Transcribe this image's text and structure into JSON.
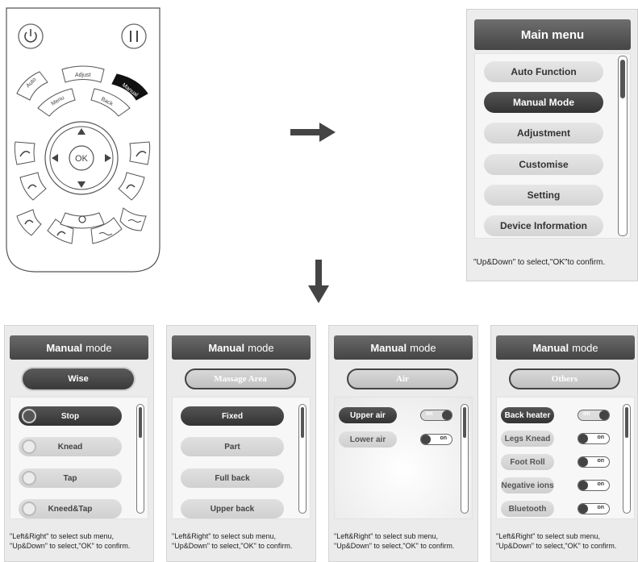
{
  "remote": {
    "buttons": {
      "auto": "Auto",
      "adjust": "Adjust",
      "manual": "Manual",
      "menu": "Menu",
      "back": "Back",
      "ok": "OK"
    }
  },
  "main_menu": {
    "title": "Main menu",
    "items": [
      {
        "label": "Auto Function",
        "selected": false
      },
      {
        "label": "Manual Mode",
        "selected": true
      },
      {
        "label": "Adjustment",
        "selected": false
      },
      {
        "label": "Customise",
        "selected": false
      },
      {
        "label": "Setting",
        "selected": false
      },
      {
        "label": "Device Information",
        "selected": false
      }
    ],
    "footer": "\"Up&Down\" to select,\"OK\"to confirm."
  },
  "manual_panels": [
    {
      "title_bold": "Manual",
      "title_rest": "mode",
      "submenu": "Wise",
      "items": [
        "Stop",
        "Knead",
        "Tap",
        "Kneed&Tap"
      ],
      "footer_line1": "\"Left&Right\" to select sub menu,",
      "footer_line2": "\"Up&Down\" to select,\"OK\" to confirm."
    },
    {
      "title_bold": "Manual",
      "title_rest": "mode",
      "submenu": "Massage Area",
      "items": [
        "Fixed",
        "Part",
        "Full back",
        "Upper back"
      ],
      "footer_line1": "\"Left&Right\" to select sub menu,",
      "footer_line2": "\"Up&Down\" to select,\"OK\" to confirm."
    },
    {
      "title_bold": "Manual",
      "title_rest": "mode",
      "submenu": "Air",
      "items": [
        "Upper air",
        "Lower air"
      ],
      "toggle_label": "on",
      "footer_line1": "\"Left&Right\" to select sub menu,",
      "footer_line2": "\"Up&Down\" to select,\"OK\" to confirm."
    },
    {
      "title_bold": "Manual",
      "title_rest": "mode",
      "submenu": "Others",
      "items": [
        "Back heater",
        "Legs Knead",
        "Foot Roll",
        "Negative ions",
        "Bluetooth"
      ],
      "toggle_label": "on",
      "footer_line1": "\"Left&Right\" to select sub menu,",
      "footer_line2": "\"Up&Down\" to select,\"OK\" to confirm."
    }
  ],
  "icons": [
    "power-icon",
    "pause-icon",
    "arrow-right-icon",
    "arrow-down-icon",
    "timer-icon",
    "recline-icon",
    "massage-icon"
  ]
}
